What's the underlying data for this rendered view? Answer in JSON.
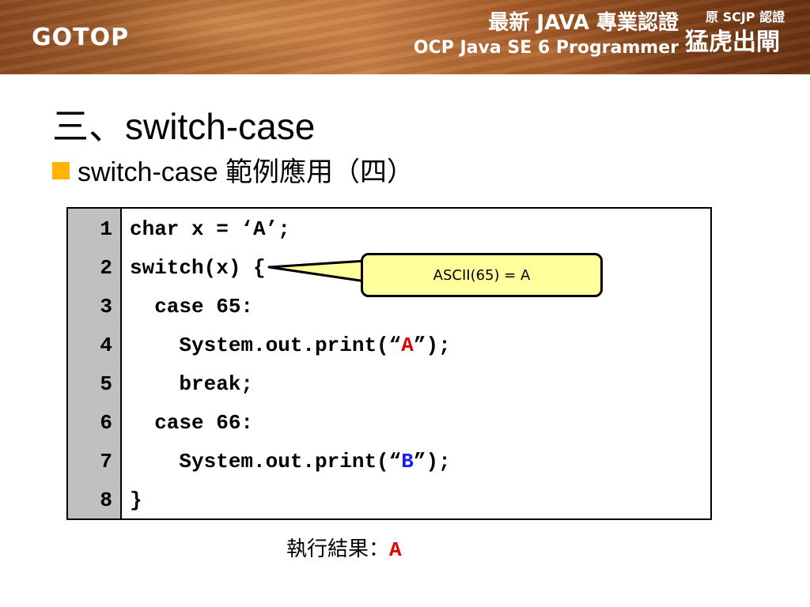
{
  "header": {
    "logo": "GOTOP",
    "book_title_line1": "最新 JAVA 專業認證",
    "book_title_line2": "OCP Java SE 6 Programmer",
    "badge_small": "原 SCJP 認證",
    "badge_big": "猛虎出閘"
  },
  "slide": {
    "title": "三、switch-case",
    "bullet": "switch-case 範例應用（四）"
  },
  "code": {
    "lines": [
      {
        "num": "1",
        "text": "char x = ‘A’;"
      },
      {
        "num": "2",
        "text": "switch(x) {"
      },
      {
        "num": "3",
        "text": "  case 65:"
      },
      {
        "num": "4",
        "pre": "    System.out.print(“",
        "hl": "A",
        "post": "”);"
      },
      {
        "num": "5",
        "text": "    break;"
      },
      {
        "num": "6",
        "text": "  case 66:"
      },
      {
        "num": "7",
        "pre": "    System.out.print(“",
        "hl": "B",
        "post": "”);"
      },
      {
        "num": "8",
        "text": "}"
      }
    ],
    "highlight_colors": {
      "A": "#e00000",
      "B": "#1a1aff"
    }
  },
  "callout": {
    "text": "ASCII(65) = A"
  },
  "result": {
    "label": "執行結果：",
    "value": "A"
  },
  "colors": {
    "bullet": "#ffb400",
    "callout_bg": "#ffff9c",
    "gutter": "#c0c0c0"
  }
}
